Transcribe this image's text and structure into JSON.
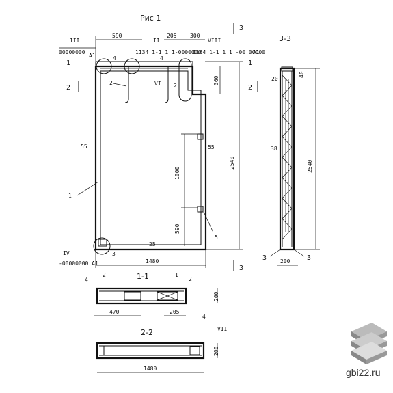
{
  "figure": {
    "title": "Рис 1"
  },
  "section_3_3": {
    "title": "3-3",
    "height": "2540",
    "width": "200",
    "dim_20": "20",
    "dim_40": "40",
    "label_38": "38",
    "mark_left": "3",
    "mark_right": "3"
  },
  "main_view": {
    "dim_590": "590",
    "dim_205": "205",
    "dim_300": "300",
    "dim_360": "360",
    "dim_2540": "2540",
    "dim_1000": "1000",
    "dim_590_low": "590",
    "dim_1480": "1480",
    "label_55a": "55",
    "label_55b": "55",
    "label_25": "25",
    "label_1": "1",
    "label_2a": "2",
    "label_2b": "2",
    "label_4a": "4",
    "label_4b": "4",
    "label_5": "5",
    "label_3": "3",
    "node_III": "III",
    "node_II": "II",
    "node_VIII": "VIII",
    "node_VI": "VI",
    "node_IV": "IV",
    "code_III": "00000000",
    "code_A1_left": "A1",
    "code_II": "1134 1-1 1 1-0000000",
    "code_VIII": "1134 1-1 1 1 -00 00000",
    "code_A1_right": "A1",
    "code_IV": "-00000000 A1",
    "cut_1_left": "1",
    "cut_1_right": "1",
    "cut_2_left": "2",
    "cut_2_right": "2",
    "cut_3_top": "3",
    "cut_3_bottom": "3"
  },
  "section_1_1": {
    "title": "1-1",
    "dim_470": "470",
    "dim_205": "205",
    "dim_200": "200",
    "label_4a": "4",
    "label_4b": "4",
    "label_2a": "2",
    "label_2b": "2",
    "label_1": "1"
  },
  "section_2_2": {
    "title": "2-2",
    "dim_200": "200",
    "dim_1480": "1480",
    "node_VII": "VII"
  },
  "watermark": {
    "text": "gbi22.ru",
    "logo": "stacked-slabs-logo"
  }
}
